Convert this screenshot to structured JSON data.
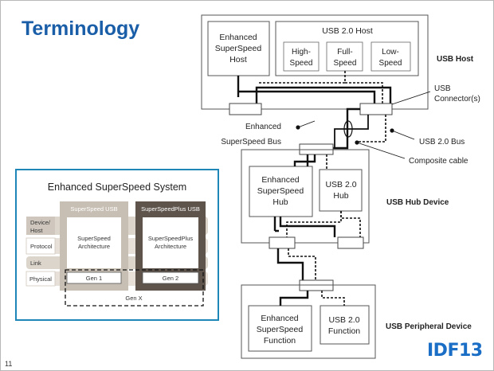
{
  "slide": {
    "title": "Terminology",
    "page_number": "11",
    "logo_text": "IDF13"
  },
  "system": {
    "title": "Enhanced SuperSpeed System",
    "layers": [
      "Device/",
      "Host",
      "Protocol",
      "Link",
      "Physical"
    ],
    "ss_usb": {
      "header": "SuperSpeed USB",
      "arch_line1": "SuperSpeed",
      "arch_line2": "Architecture",
      "gen": "Gen 1"
    },
    "ssp_usb": {
      "header": "SuperSpeedPlus USB",
      "arch_line1": "SuperSpeedPlus",
      "arch_line2": "Architecture",
      "gen": "Gen 2"
    },
    "gen_x": "Gen X"
  },
  "topology": {
    "host": {
      "label": "USB Host",
      "ess_line1": "Enhanced",
      "ess_line2": "SuperSpeed",
      "ess_line3": "Host",
      "usb2_title": "USB 2.0 Host",
      "high_line1": "High-",
      "high_line2": "Speed",
      "full_line1": "Full-",
      "full_line2": "Speed",
      "low_line1": "Low-",
      "low_line2": "Speed"
    },
    "hub": {
      "label": "USB Hub Device",
      "ess_line1": "Enhanced",
      "ess_line2": "SuperSpeed",
      "ess_line3": "Hub",
      "usb2_line1": "USB 2.0",
      "usb2_line2": "Hub"
    },
    "peripheral": {
      "label": "USB Peripheral Device",
      "ess_line1": "Enhanced",
      "ess_line2": "SuperSpeed",
      "ess_line3": "Function",
      "usb2_line1": "USB 2.0",
      "usb2_line2": "Function"
    },
    "callouts": {
      "connector_line1": "USB",
      "connector_line2": "Connector(s)",
      "ess_bus_line1": "Enhanced",
      "ess_bus_line2": "SuperSpeed Bus",
      "usb2_bus": "USB 2.0 Bus",
      "composite": "Composite cable"
    }
  },
  "colors": {
    "title": "#1a5ea8",
    "frame_border": "#1f86b8",
    "ss_column": "#c8bfb4",
    "ssp_column": "#5e544c",
    "layer_bar": "#dcd5cc"
  }
}
